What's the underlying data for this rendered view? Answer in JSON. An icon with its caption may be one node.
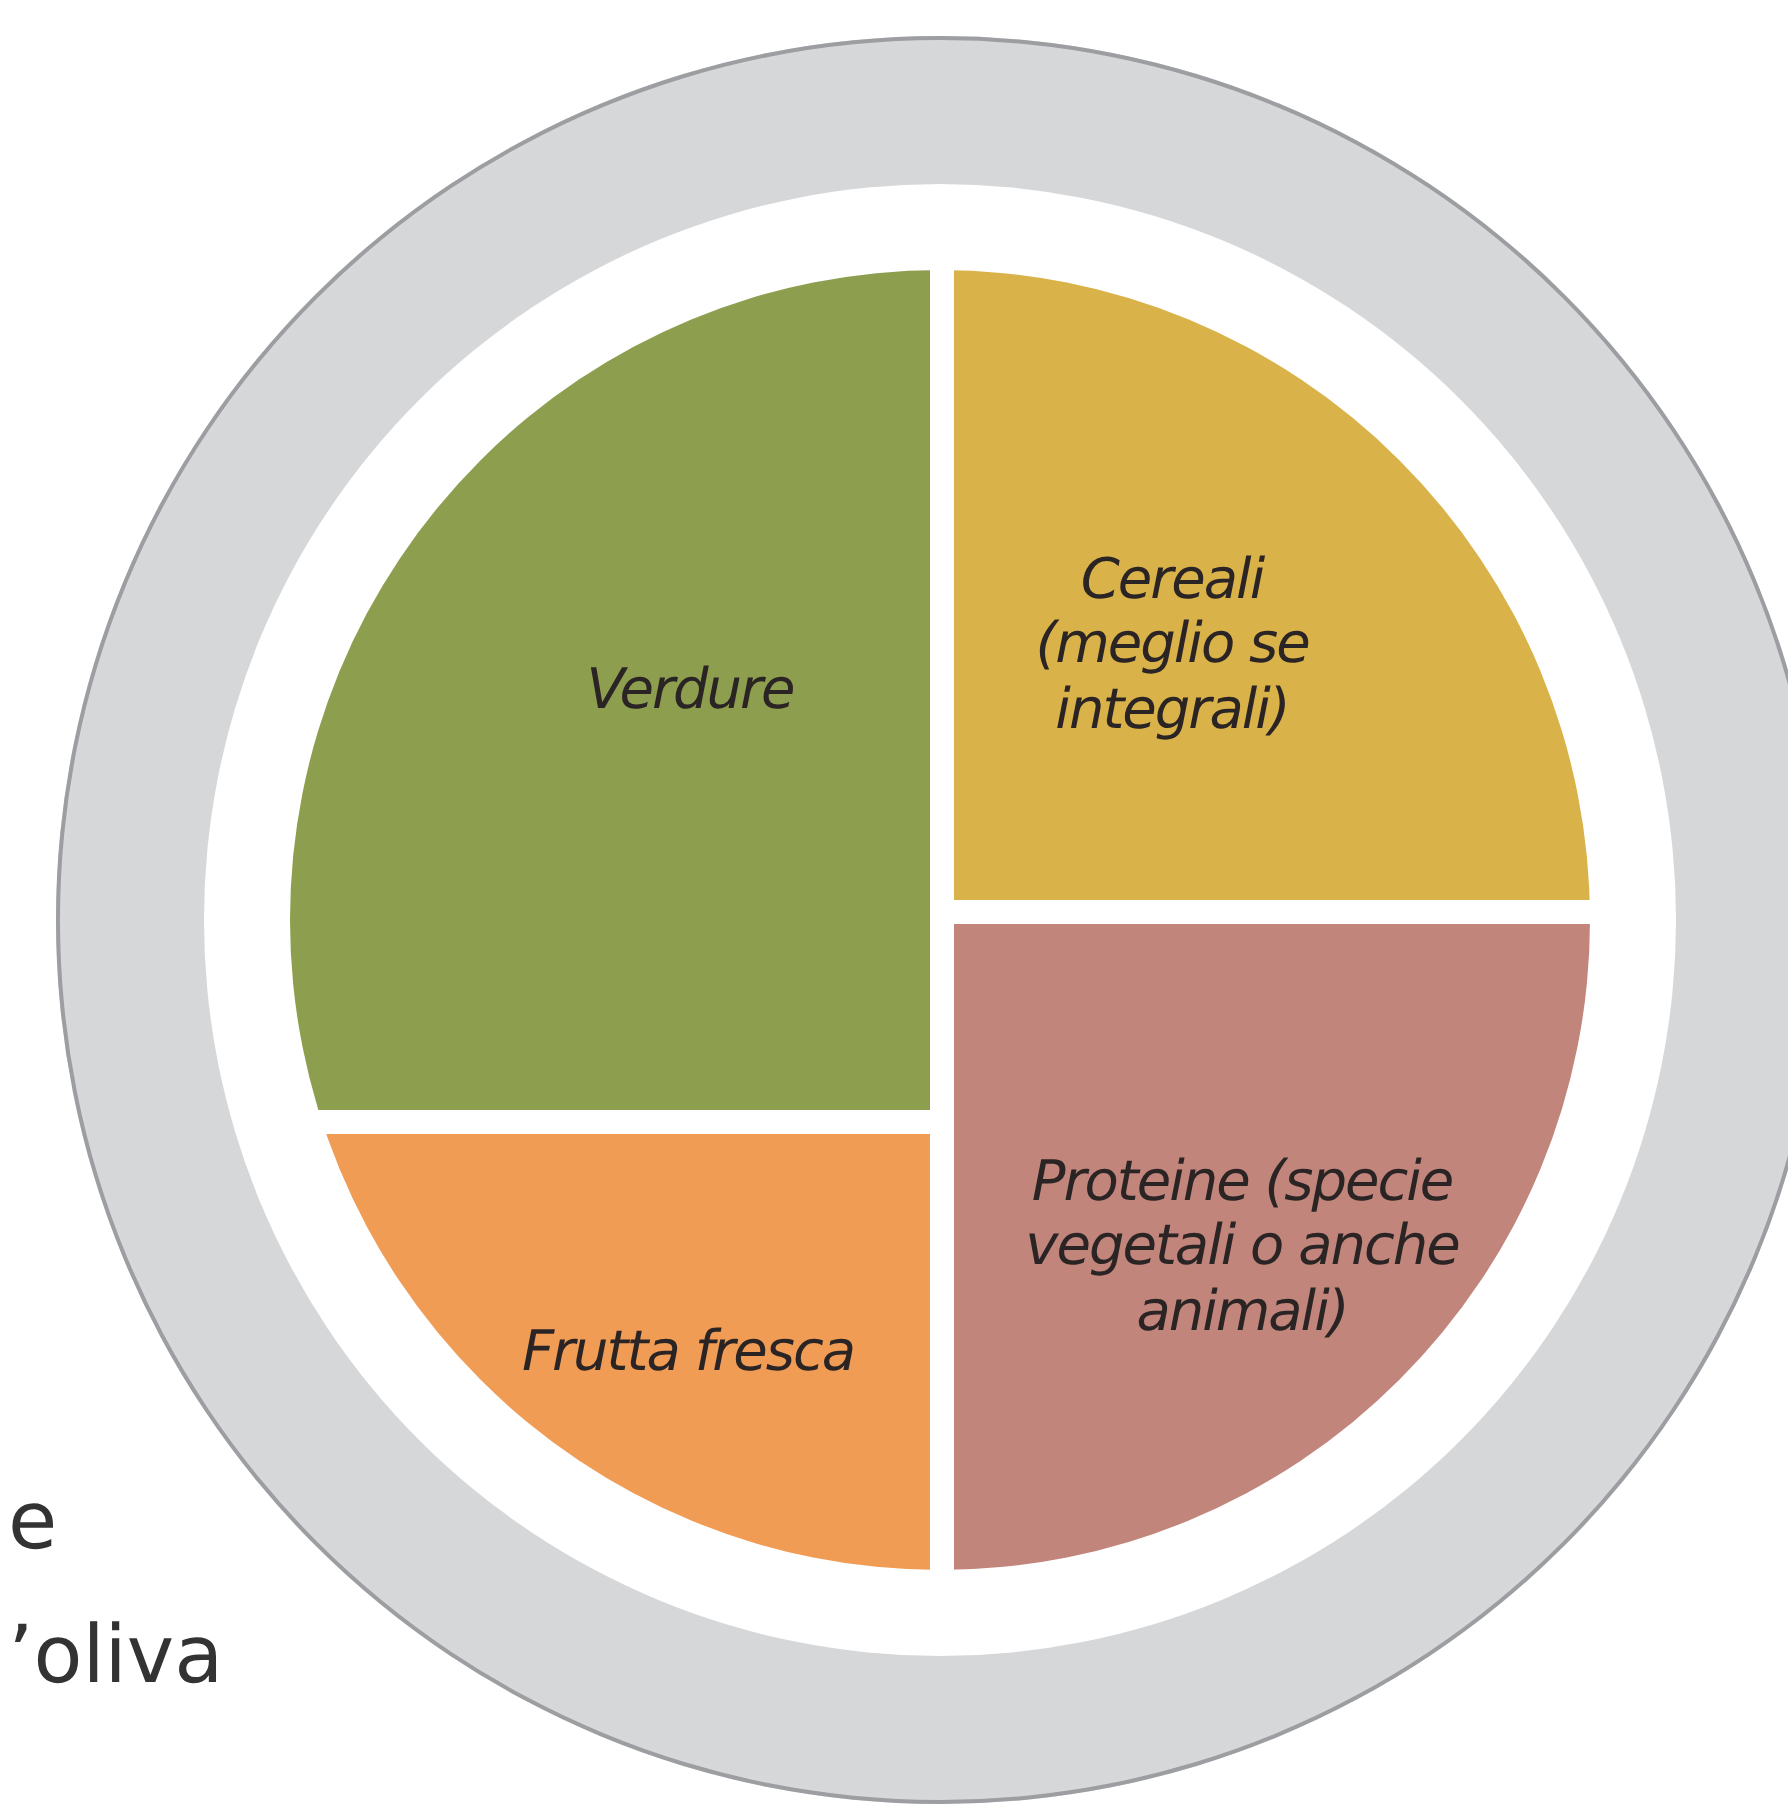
{
  "diagram": {
    "nodes": [
      {
        "text": [],
        "shape": "circle"
      },
      {
        "text": [
          "Verdure"
        ],
        "in": 0
      },
      {
        "text": [
          "Cereali (meglio se integrali)"
        ],
        "in": 0
      },
      {
        "text": [
          "Proteine (specie vegetali o anche animali)"
        ],
        "in": 0
      },
      {
        "text": [
          "Frutta fresca"
        ],
        "in": 0
      }
    ],
    "edges": [],
    "labels": [
      "e",
      "’oliva"
    ]
  }
}
